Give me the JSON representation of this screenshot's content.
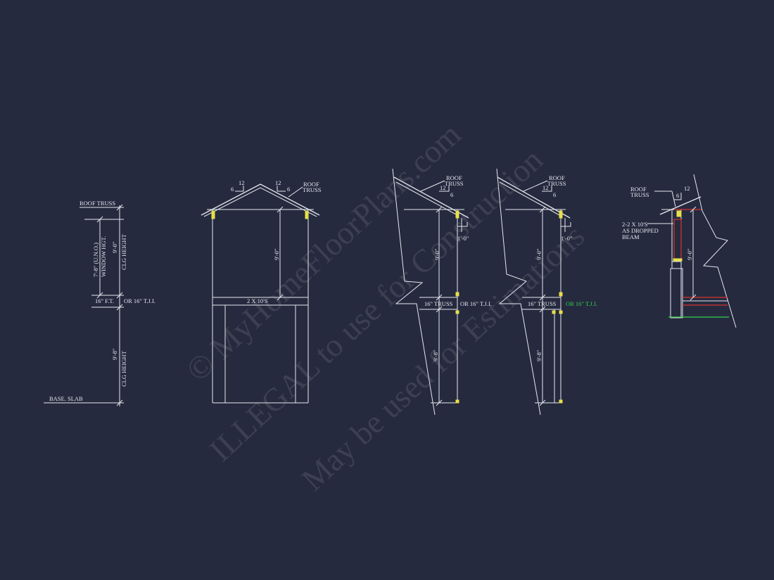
{
  "labels": {
    "roof_truss": "ROOF TRUSS",
    "roof": "ROOF",
    "truss": "TRUSS",
    "slope_rise": "12",
    "slope_run": "6",
    "window_hgt_dim": "7'-8\" (U.N.O.)",
    "window_hgt": "WINDOW HGT.",
    "upper_clg_dim": "9'-0\"",
    "clg_height": "CLG HEIGHT",
    "ft_16": "16\" F.T.",
    "or_tji": "OR 16\" T.J.I.",
    "lower_clg_dim": "9'-8\"",
    "base_slab": "BASE. SLAB",
    "header_2x10": "2 X 10'S",
    "upper_wall_dim": "9'-0\"",
    "overhang_dim": "1'-0\"",
    "truss_16": "16\" TRUSS",
    "lower_wall_dim": "9'-8\"",
    "dropped_beam_1": "2-2 X 10'S",
    "dropped_beam_2": "AS DROPPED",
    "dropped_beam_3": "BEAM"
  },
  "colors": {
    "background": "#252a3f",
    "line": "#e6e8ee",
    "highlight_green": "#35d04b",
    "highlight_yellow": "#e8e04a",
    "highlight_red": "#d8342e"
  },
  "watermark": {
    "line1": "© MyHomeFloorPlans.com",
    "line2": "ILLEGAL to use for Construction",
    "line3": "May be used for Estimations"
  }
}
